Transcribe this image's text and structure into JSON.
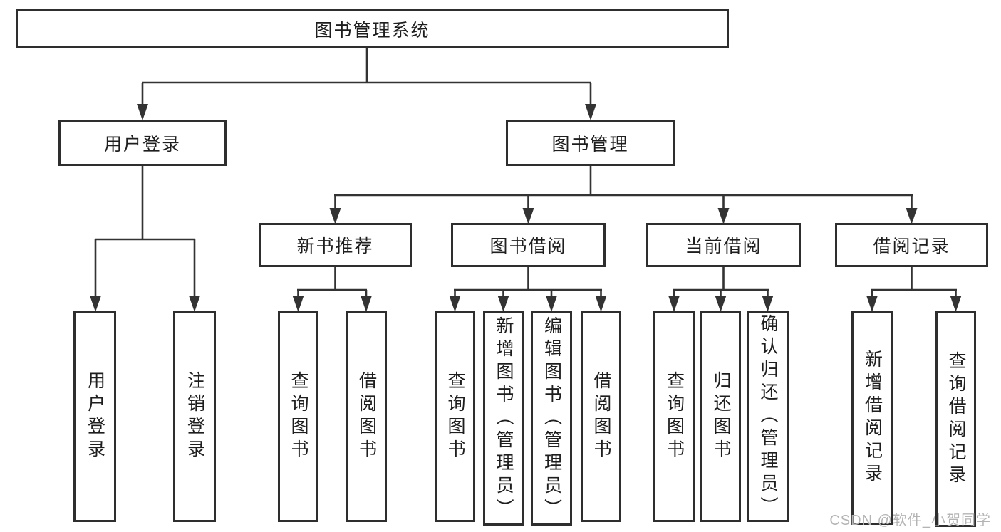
{
  "diagram": {
    "root": {
      "label": "图书管理系统"
    },
    "branches": [
      {
        "label": "用户登录",
        "children": [
          {
            "label": "用户登录"
          },
          {
            "label": "注销登录"
          }
        ]
      },
      {
        "label": "图书管理",
        "children": [
          {
            "label": "新书推荐",
            "children": [
              {
                "label": "查询图书"
              },
              {
                "label": "借阅图书"
              }
            ]
          },
          {
            "label": "图书借阅",
            "children": [
              {
                "label": "查询图书"
              },
              {
                "label": "新增图书（管理员）"
              },
              {
                "label": "编辑图书（管理员）"
              },
              {
                "label": "借阅图书"
              }
            ]
          },
          {
            "label": "当前借阅",
            "children": [
              {
                "label": "查询图书"
              },
              {
                "label": "归还图书"
              },
              {
                "label": "确认归还（管理员）"
              }
            ]
          },
          {
            "label": "借阅记录",
            "children": [
              {
                "label": "新增借阅记录"
              },
              {
                "label": "查询借阅记录"
              }
            ]
          }
        ]
      }
    ]
  },
  "watermark": {
    "text": "CSDN @软件_小贺同学"
  },
  "colors": {
    "line": "#333333",
    "box_border": "#2e2e2e",
    "text": "#1e1e1e",
    "watermark": "#b4b4b4",
    "background": "#ffffff"
  }
}
